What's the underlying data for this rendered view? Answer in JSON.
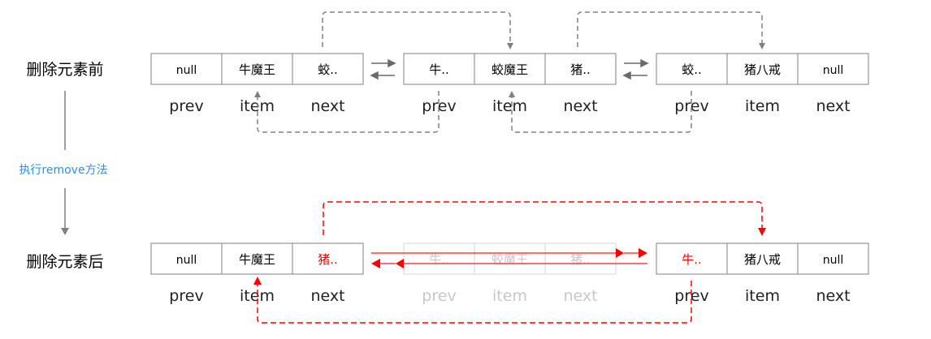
{
  "labels": {
    "before": "删除元素前",
    "after": "删除元素后",
    "action": "执行remove方法"
  },
  "fields": [
    "prev",
    "item",
    "next"
  ],
  "before": {
    "nodes": [
      {
        "prev": "null",
        "item": "牛魔王",
        "next": "蛟.."
      },
      {
        "prev": "牛..",
        "item": "蛟魔王",
        "next": "猪.."
      },
      {
        "prev": "蛟..",
        "item": "猪八戒",
        "next": "null"
      }
    ]
  },
  "after": {
    "nodes": [
      {
        "prev": "null",
        "item": "牛魔王",
        "next": "猪.."
      },
      {
        "prev": "牛..",
        "item": "蛟魔王",
        "next": "猪.."
      },
      {
        "prev": "牛..",
        "item": "猪八戒",
        "next": "null"
      }
    ]
  },
  "colors": {
    "border": "#808080",
    "text": "#000000",
    "dashed_arrow": "#808080",
    "highlight": "#ff0000",
    "faded": "#c8c8c8",
    "action_label": "#2f8fe6",
    "link_arrow": "#6a6a6a"
  }
}
